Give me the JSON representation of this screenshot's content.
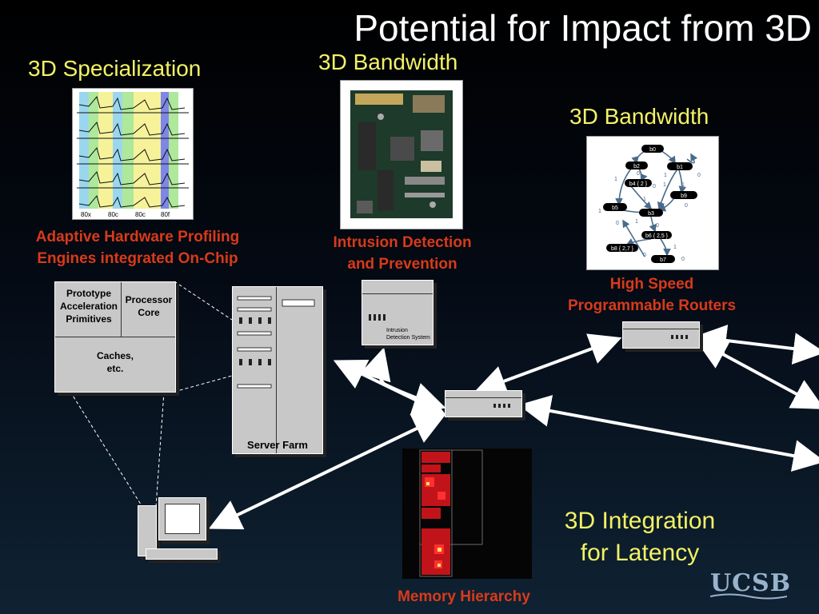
{
  "title": "Potential for Impact from 3D",
  "labels": {
    "specialization": "3D Specialization",
    "bandwidth_top": "3D Bandwidth",
    "bandwidth_right": "3D Bandwidth",
    "integration_line1": "3D Integration",
    "integration_line2": "for Latency"
  },
  "captions": {
    "profiling_line1": "Adaptive Hardware Profiling",
    "profiling_line2": "Engines integrated On-Chip",
    "intrusion_line1": "Intrusion Detection",
    "intrusion_line2": "and Prevention",
    "routers_line1": "High Speed",
    "routers_line2": "Programmable Routers",
    "memory": "Memory Hierarchy"
  },
  "chip_diagram": {
    "prototype": [
      "Prototype",
      "Acceleration",
      "Primitives"
    ],
    "processor": [
      "Processor",
      "Core"
    ],
    "caches": [
      "Caches,",
      "etc."
    ]
  },
  "server_farm": "Server Farm",
  "ids_box": [
    "Intrusion",
    "Detection System"
  ],
  "profile_chart": {
    "ticks": [
      "80x",
      "80c",
      "80c",
      "80f"
    ]
  },
  "graph": {
    "nodes": [
      "b0",
      "b2",
      "b1",
      "b4 { 2 }",
      "b9",
      "b5",
      "b3",
      "b6 { 2,5 }",
      "b8 { 2,7 }",
      "b7"
    ],
    "edge_labels": [
      "1",
      "0",
      "1",
      "0",
      "0",
      "1",
      "1",
      "0",
      "1",
      "0",
      "1",
      "0",
      "1",
      "0",
      "0",
      "1"
    ]
  },
  "logo": "UCSB",
  "colors": {
    "title": "#ffffff",
    "heading": "#f2f266",
    "caption": "#d93a1a"
  }
}
